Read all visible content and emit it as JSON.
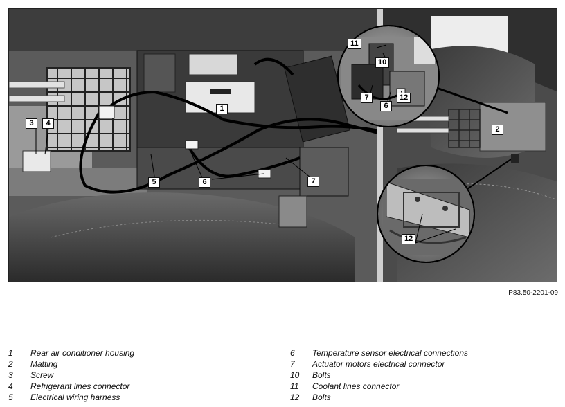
{
  "figure_id": "P83.50-2201-09",
  "callouts": {
    "c1": "1",
    "c2": "2",
    "c3": "3",
    "c4": "4",
    "c5": "5",
    "c6": "6",
    "c7": "7",
    "c7b": "7",
    "c6b": "6",
    "c10": "10",
    "c11": "11",
    "c12a": "12",
    "c12b": "12"
  },
  "legend_left": [
    {
      "num": "1",
      "text": "Rear air conditioner housing"
    },
    {
      "num": "2",
      "text": "Matting"
    },
    {
      "num": "3",
      "text": "Screw"
    },
    {
      "num": "4",
      "text": "Refrigerant lines connector"
    },
    {
      "num": "5",
      "text": "Electrical wiring harness"
    }
  ],
  "legend_right": [
    {
      "num": "6",
      "text": "Temperature sensor electrical connections"
    },
    {
      "num": "7",
      "text": "Actuator motors electrical connector"
    },
    {
      "num": "10",
      "text": "Bolts"
    },
    {
      "num": "11",
      "text": "Coolant lines connector"
    },
    {
      "num": "12",
      "text": "Bolts"
    }
  ]
}
